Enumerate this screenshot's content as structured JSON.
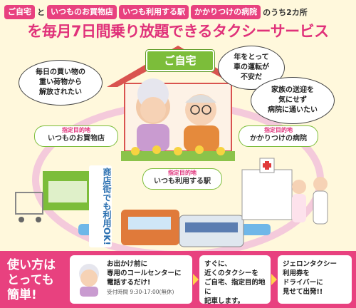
{
  "tags": [
    "ご自宅",
    "いつものお買物店",
    "いつも利用する駅",
    "かかりつけの病院"
  ],
  "tag_connector": "と",
  "tag_suffix": "のうち2カ所",
  "headline": "を毎月7日間乗り放題できるタクシーサービス",
  "home_sign": "ご自宅",
  "bubbles": {
    "shopping": [
      "毎日の買い物の",
      "重い荷物から",
      "解放されたい"
    ],
    "aging": [
      "年をとって",
      "車の運転が",
      "不安だ"
    ],
    "family": [
      "家族の送迎を",
      "気にせず",
      "病院に通いたい"
    ]
  },
  "destinations": {
    "sub_label": "指定目的地",
    "shop": "いつものお買物店",
    "station": "いつも利用する駅",
    "hospital": "かかりつけの病院"
  },
  "shop_note": "商店街でも利用OK!",
  "howto": [
    "使い方は",
    "とっても",
    "簡単!"
  ],
  "steps": {
    "step1": [
      "お出かけ前に",
      "専用のコールセンターに",
      "電話するだけ!"
    ],
    "step1_hours": "受付時間 9:30-17:00(無休)",
    "step2": [
      "すぐに、",
      "近くのタクシーを",
      "ご自宅、指定目的地に",
      "記車します。"
    ],
    "step3": [
      "ジェロンタクシー",
      "利用券を",
      "ドライバーに",
      "見せて出発!!"
    ]
  },
  "colors": {
    "pink": "#e8417f",
    "green": "#7cbd3a",
    "bg": "#fff8dc"
  }
}
